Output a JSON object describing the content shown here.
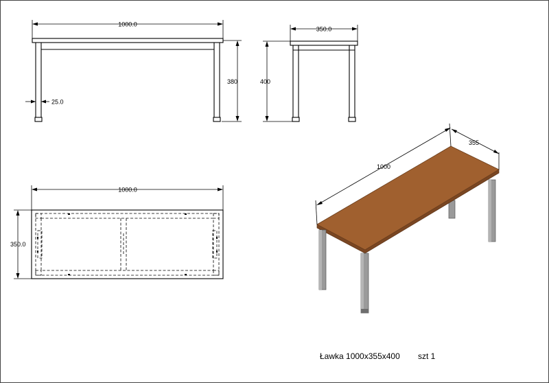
{
  "front_view": {
    "width_label": "1000.0",
    "height_label": "380",
    "leg_label": "25.0"
  },
  "side_view": {
    "width_label": "350.0",
    "height_label": "400"
  },
  "top_view": {
    "width_label": "1000.0",
    "depth_label": "350.0"
  },
  "iso_view": {
    "length_label": "1000",
    "depth_label": "355",
    "colors": {
      "top": "#a0602f",
      "top_edge": "#7a4622",
      "leg": "#9a9a9a",
      "leg_dark": "#6e6e6e"
    }
  },
  "caption": {
    "title": "Ławka 1000x355x400",
    "quantity": "szt 1"
  }
}
